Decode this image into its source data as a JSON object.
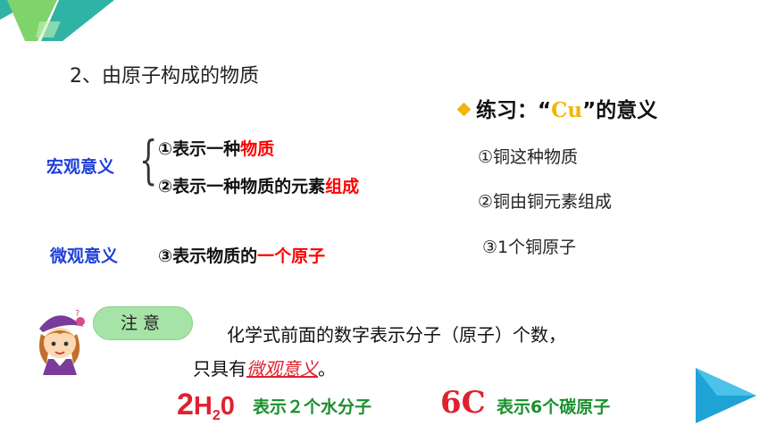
{
  "title": "2、由原子构成的物质",
  "macro": {
    "label": "宏观意义",
    "meaning1": {
      "prefix": "①表示一种",
      "highlight": "物质"
    },
    "meaning2": {
      "prefix": "②表示一种物质的元素",
      "highlight": "组成"
    }
  },
  "micro": {
    "label": "微观意义",
    "meaning3": {
      "prefix": "③表示物质的",
      "highlight": "一个原子"
    }
  },
  "exercise": {
    "prefix": "练习：“",
    "formula": "Cu",
    "suffix": "”的意义",
    "items": [
      "①铜这种物质",
      "②铜由铜元素组成",
      "③1个铜原子"
    ]
  },
  "note": {
    "badge": "注意",
    "line1": "化学式前面的数字表示分子（原子）个数，",
    "line2_prefix": "只具有",
    "line2_emphasis": "微观意义",
    "line2_suffix": "。"
  },
  "examples": {
    "h2o": {
      "coefficient": "2",
      "element1": "H",
      "subscript": "2",
      "element2": "0",
      "description": "表示２个水分子"
    },
    "c": {
      "formula": "6C",
      "description": "表示6个碳原子"
    }
  },
  "colors": {
    "teal": "#2fb3a5",
    "green": "#7fd36b",
    "play": "#1fa3d6",
    "highlight_red": "#ff0000",
    "label_blue": "#1f3fd8",
    "text_green": "#1a8f2e"
  },
  "icons": [
    "corner-decoration-icon",
    "diamond-bullet-icon",
    "brace-icon",
    "cartoon-girl-icon",
    "play-triangle-icon"
  ]
}
